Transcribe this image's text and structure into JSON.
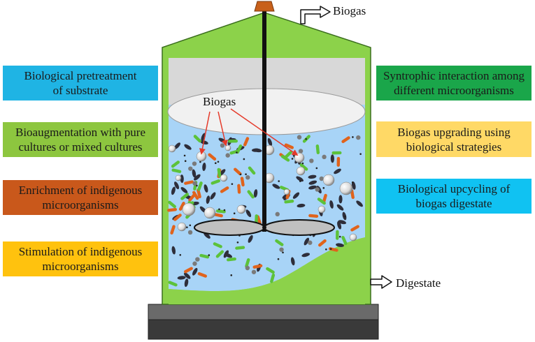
{
  "colors": {
    "box_left_1": "#1fb4e4",
    "box_left_2": "#8dc63f",
    "box_left_3": "#c9581b",
    "box_left_4": "#ffc20e",
    "box_right_1": "#1aa64a",
    "box_right_2": "#ffd966",
    "box_right_3": "#10c2f2",
    "digester_green": "#8cd24a",
    "liquid_blue": "#a8d4f7",
    "headspace_grey": "#d8d8d8",
    "base_dark": "#4a4a4a",
    "cap_orange": "#c8601a",
    "arrow_red": "#e53a2a"
  },
  "left_boxes": [
    {
      "text": "Biological pretreatment\nof substrate"
    },
    {
      "text": "Bioaugmentation with pure\ncultures or mixed cultures"
    },
    {
      "text": "Enrichment of indigenous\nmicroorganisms"
    },
    {
      "text": "Stimulation of indigenous\nmicroorganisms"
    }
  ],
  "right_boxes": [
    {
      "text": "Syntrophic interaction among\ndifferent microorganisms"
    },
    {
      "text": "Biogas upgrading using\nbiological strategies"
    },
    {
      "text": "Biological upcycling of\nbiogas digestate"
    }
  ],
  "labels": {
    "biogas_outlet": "Biogas",
    "biogas_bubbles": "Biogas",
    "digestate_outlet": "Digestate"
  }
}
